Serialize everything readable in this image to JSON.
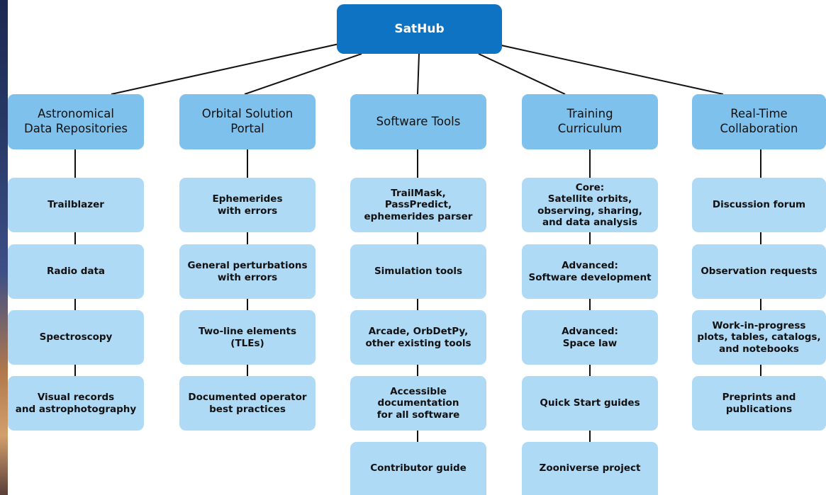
{
  "root": {
    "label": "SatHub"
  },
  "categories": [
    {
      "title": "Astronomical\nData Repositories",
      "items": [
        "Trailblazer",
        "Radio data",
        "Spectroscopy",
        "Visual records\nand astrophotography"
      ]
    },
    {
      "title": "Orbital Solution\nPortal",
      "items": [
        "Ephemerides\nwith errors",
        "General perturbations\nwith errors",
        "Two-line elements\n(TLEs)",
        "Documented operator\nbest practices"
      ]
    },
    {
      "title": "Software Tools",
      "items": [
        "TrailMask,\nPassPredict,\nephemerides parser",
        "Simulation tools",
        "Arcade, OrbDetPy,\nother existing tools",
        "Accessible\ndocumentation\nfor all software",
        "Contributor guide"
      ]
    },
    {
      "title": "Training\nCurriculum",
      "items": [
        "Core:\nSatellite orbits,\nobserving, sharing,\nand data analysis",
        "Advanced:\nSoftware development",
        "Advanced:\nSpace law",
        "Quick Start guides",
        "Zooniverse project"
      ]
    },
    {
      "title": "Real-Time\nCollaboration",
      "items": [
        "Discussion forum",
        "Observation requests",
        "Work-in-progress\nplots, tables, catalogs,\nand notebooks",
        "Preprints and\npublications"
      ]
    }
  ]
}
